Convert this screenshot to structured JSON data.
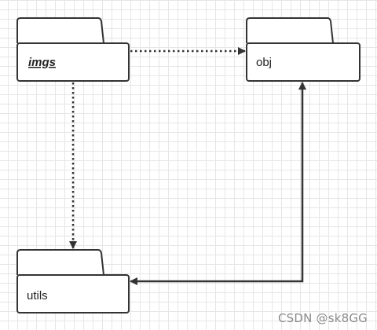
{
  "packages": {
    "imgs": {
      "label": "imgs"
    },
    "obj": {
      "label": "obj"
    },
    "utils": {
      "label": "utils"
    }
  },
  "watermark": "CSDN @sk8GG",
  "colors": {
    "stroke": "#333333",
    "grid": "#e6e6e6",
    "background": "#ffffff"
  }
}
